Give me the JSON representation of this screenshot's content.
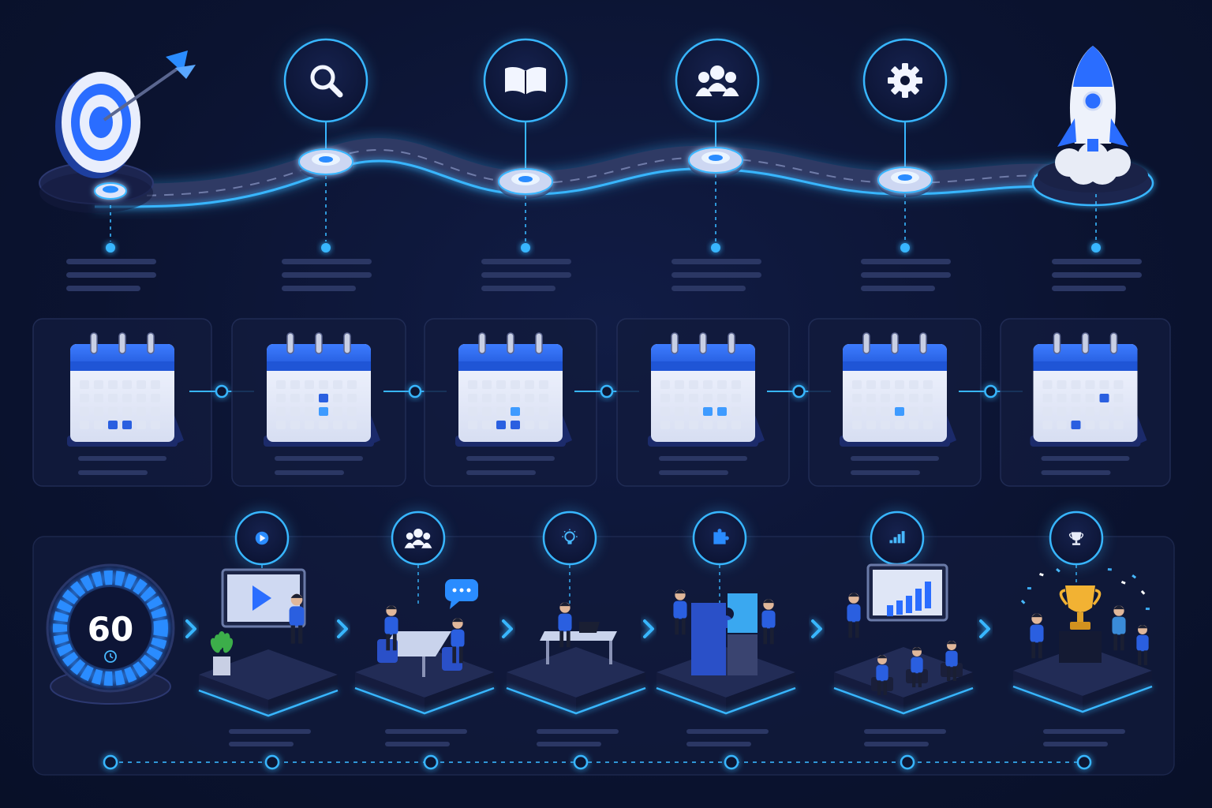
{
  "theme": {
    "background": "#0b1330",
    "accent": "#2a8cff",
    "glow": "#38b6ff",
    "panel": "#121b3d",
    "panel_border": "#24305a",
    "placeholder": "#2b3764"
  },
  "roadmap": {
    "milestones": [
      {
        "icon": "target-icon"
      },
      {
        "icon": "search-icon"
      },
      {
        "icon": "book-icon"
      },
      {
        "icon": "team-icon"
      },
      {
        "icon": "gear-icon"
      },
      {
        "icon": "rocket-icon"
      }
    ]
  },
  "schedule": {
    "cards": [
      {
        "icon": "calendar-icon"
      },
      {
        "icon": "calendar-icon"
      },
      {
        "icon": "calendar-icon"
      },
      {
        "icon": "calendar-icon"
      },
      {
        "icon": "calendar-icon"
      },
      {
        "icon": "calendar-icon"
      }
    ]
  },
  "process": {
    "timer_value": "60",
    "steps": [
      {
        "icon": "timer-icon",
        "scene": "countdown"
      },
      {
        "icon": "play-icon",
        "scene": "presentation"
      },
      {
        "icon": "team-icon",
        "scene": "meeting"
      },
      {
        "icon": "lightbulb-icon",
        "scene": "workstation"
      },
      {
        "icon": "puzzle-icon",
        "scene": "puzzle"
      },
      {
        "icon": "bar-chart-icon",
        "scene": "analytics-audience"
      },
      {
        "icon": "trophy-icon",
        "scene": "celebration"
      }
    ]
  }
}
